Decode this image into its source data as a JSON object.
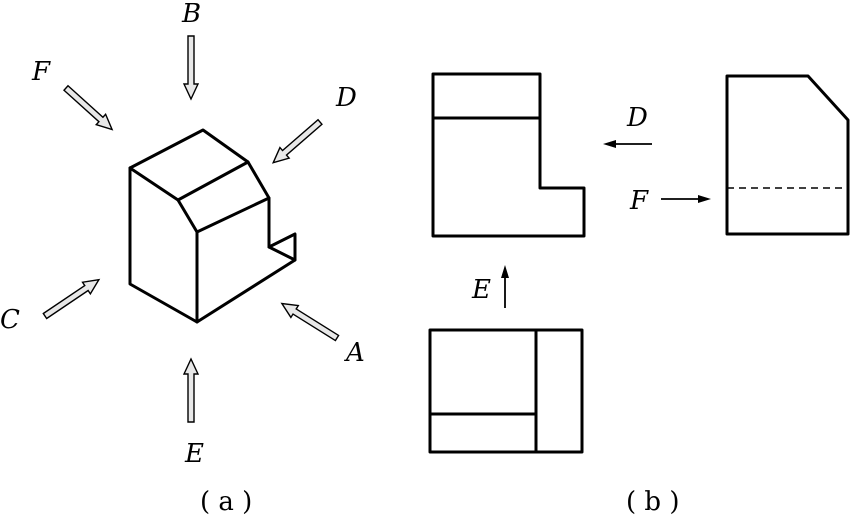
{
  "figure_a": {
    "caption": "( a )",
    "direction_labels": {
      "A": "A",
      "B": "B",
      "C": "C",
      "D": "D",
      "E": "E",
      "F": "F"
    }
  },
  "figure_b": {
    "caption": "( b )",
    "direction_labels": {
      "D": "D",
      "E": "E",
      "F": "F"
    }
  }
}
